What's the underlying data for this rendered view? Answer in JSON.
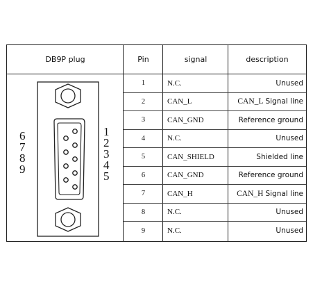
{
  "header": {
    "plug": "DB9P plug",
    "pin": "Pin",
    "signal": "signal",
    "description": "description"
  },
  "rows": [
    {
      "pin": "1",
      "signal": "N.C.",
      "desc_prefix": "",
      "desc": "Unused"
    },
    {
      "pin": "2",
      "signal": "CAN_L",
      "desc_prefix": "CAN_L",
      "desc": "Signal line"
    },
    {
      "pin": "3",
      "signal": "CAN_GND",
      "desc_prefix": "",
      "desc": "Reference ground"
    },
    {
      "pin": "4",
      "signal": "N.C.",
      "desc_prefix": "",
      "desc": "Unused"
    },
    {
      "pin": "5",
      "signal": "CAN_SHIELD",
      "desc_prefix": "",
      "desc": "Shielded line"
    },
    {
      "pin": "6",
      "signal": "CAN_GND",
      "desc_prefix": "",
      "desc": "Reference ground"
    },
    {
      "pin": "7",
      "signal": "CAN_H",
      "desc_prefix": "CAN_H",
      "desc": "Signal line"
    },
    {
      "pin": "8",
      "signal": "N.C.",
      "desc_prefix": "",
      "desc": "Unused"
    },
    {
      "pin": "9",
      "signal": "N.C.",
      "desc_prefix": "",
      "desc": "Unused"
    }
  ],
  "connector": {
    "left_labels": [
      "6",
      "7",
      "8",
      "9"
    ],
    "right_labels": [
      "1",
      "2",
      "3",
      "4",
      "5"
    ]
  }
}
